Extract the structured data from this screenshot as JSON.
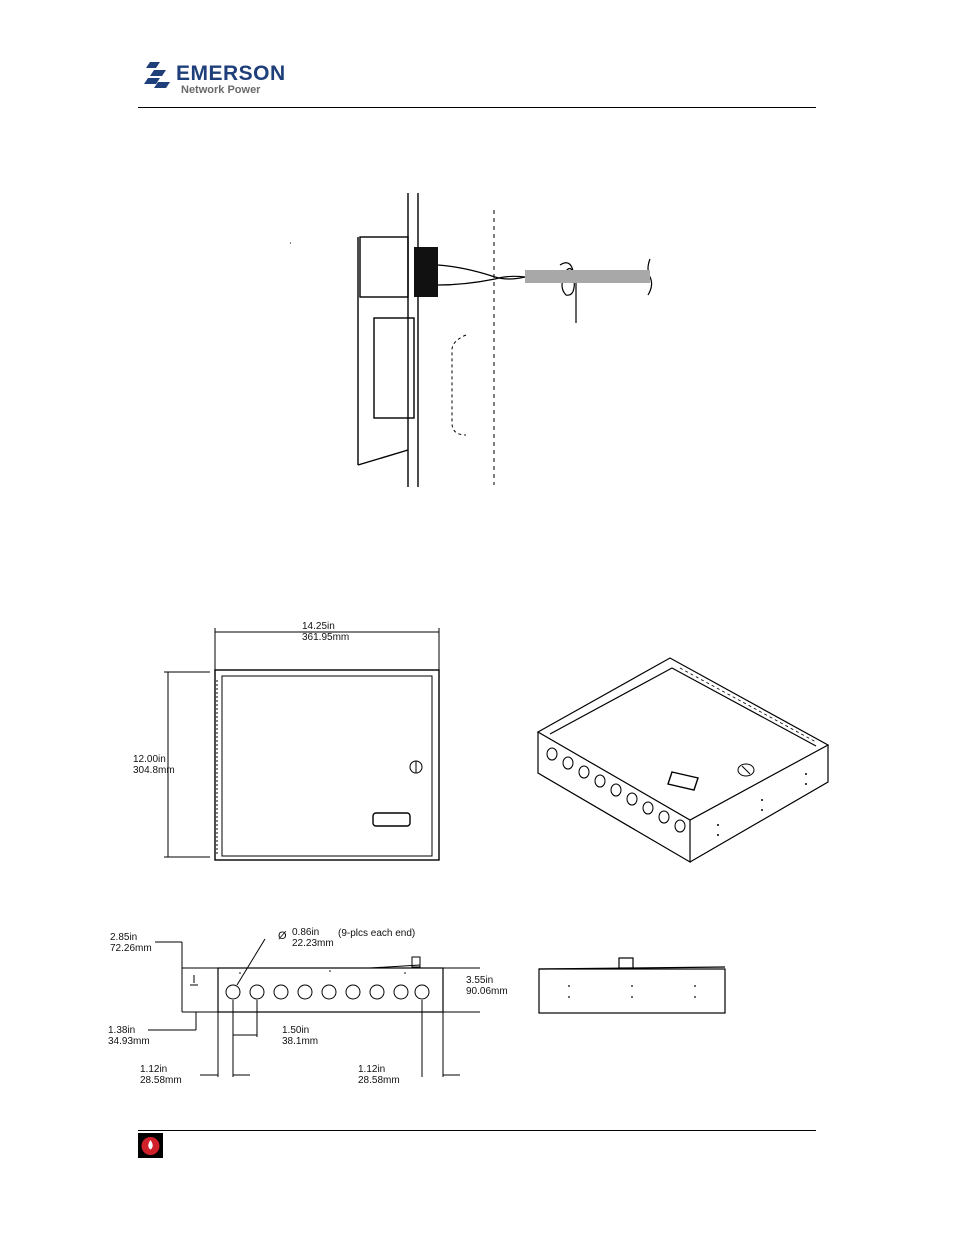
{
  "brand": {
    "name": "EMERSON",
    "subtitle": "Network Power"
  },
  "dimensions": {
    "front_width_in": "14.25in",
    "front_width_mm": "361.95mm",
    "front_height_in": "12.00in",
    "front_height_mm": "304.8mm",
    "side_top_offset_in": "2.85in",
    "side_top_offset_mm": "72.26mm",
    "hole_diameter_symbol": "Ø",
    "hole_diameter_in": "0.86in",
    "hole_diameter_mm": "22.23mm",
    "hole_count_note": "(9-plcs each end)",
    "side_height_in": "3.55in",
    "side_height_mm": "90.06mm",
    "hole_center_in": "1.38in",
    "hole_center_mm": "34.93mm",
    "hole_spacing_in": "1.50in",
    "hole_spacing_mm": "38.1mm",
    "left_margin_in": "1.12in",
    "left_margin_mm": "28.58mm",
    "right_margin_in": "1.12in",
    "right_margin_mm": "28.58mm"
  },
  "icons": {
    "brand_logo": "emerson-logo-icon",
    "footer": "red-flame-icon"
  },
  "colors": {
    "brand_blue": "#1f3f7a",
    "footer_icon_red": "#d0202a"
  }
}
